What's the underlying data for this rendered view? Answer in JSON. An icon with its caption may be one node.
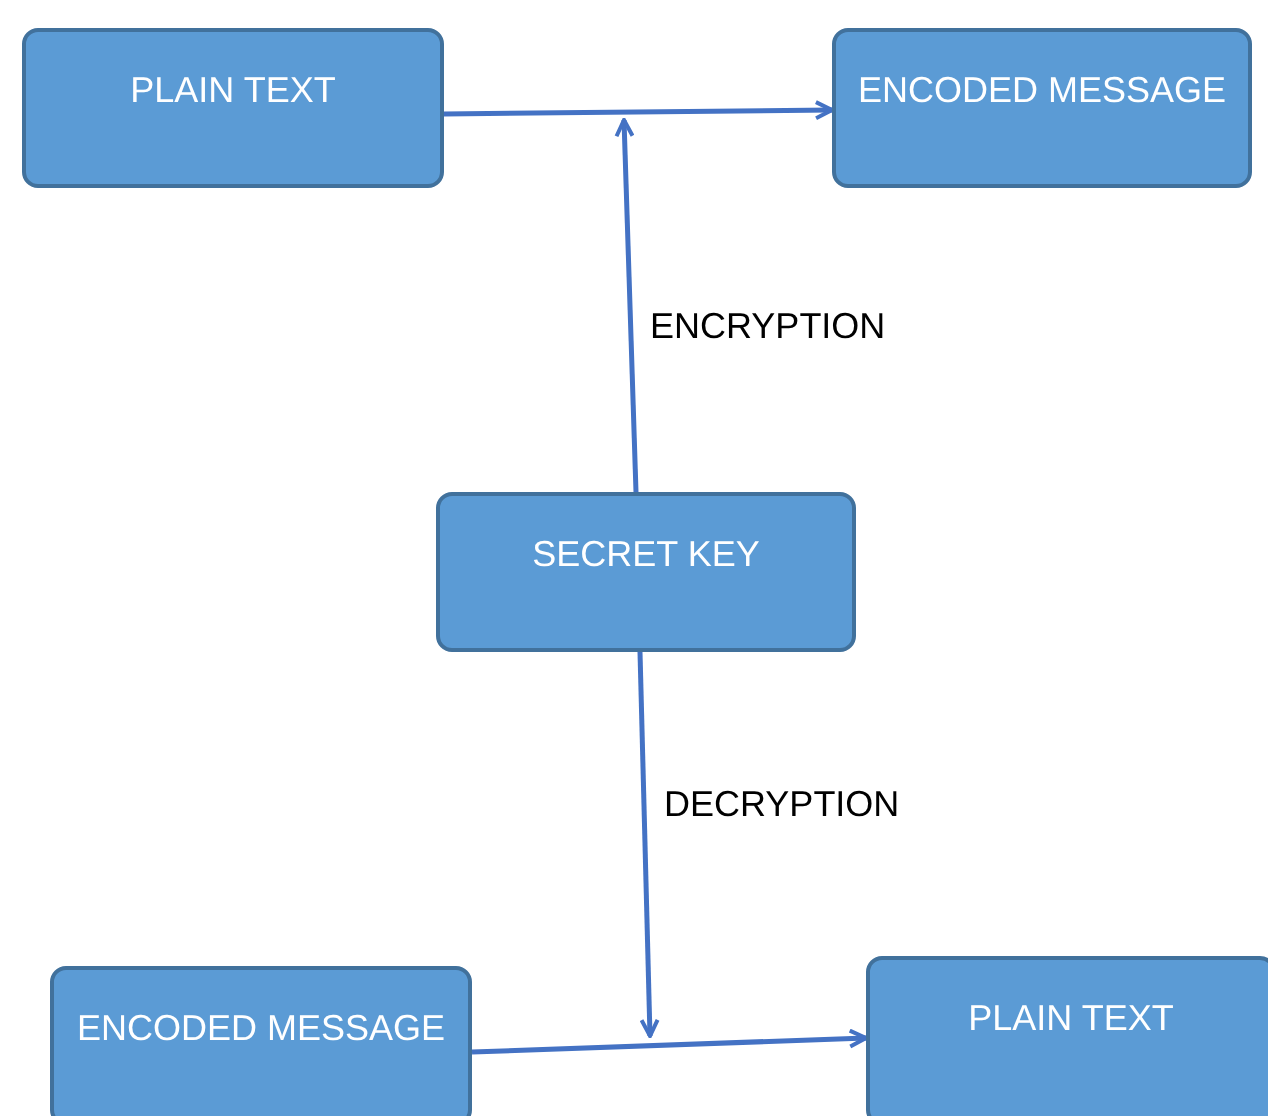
{
  "diagram": {
    "nodes": [
      {
        "text": [
          "PLAIN TEXT"
        ]
      },
      {
        "text": [
          "ENCODED MESSAGE"
        ]
      },
      {
        "text": [
          "SECRET KEY"
        ]
      },
      {
        "text": [
          "ENCODED MESSAGE"
        ]
      },
      {
        "text": [
          "PLAIN TEXT"
        ]
      }
    ],
    "edges": [
      {
        "from": 0,
        "to": 1,
        "arrow": "to"
      },
      {
        "from": 2,
        "to": null,
        "arrow": "to",
        "label": "ENCRYPTION"
      },
      {
        "from": 2,
        "to": null,
        "arrow": "to",
        "label": "DECRYPTION"
      },
      {
        "from": 3,
        "to": 4,
        "arrow": "to"
      }
    ]
  }
}
